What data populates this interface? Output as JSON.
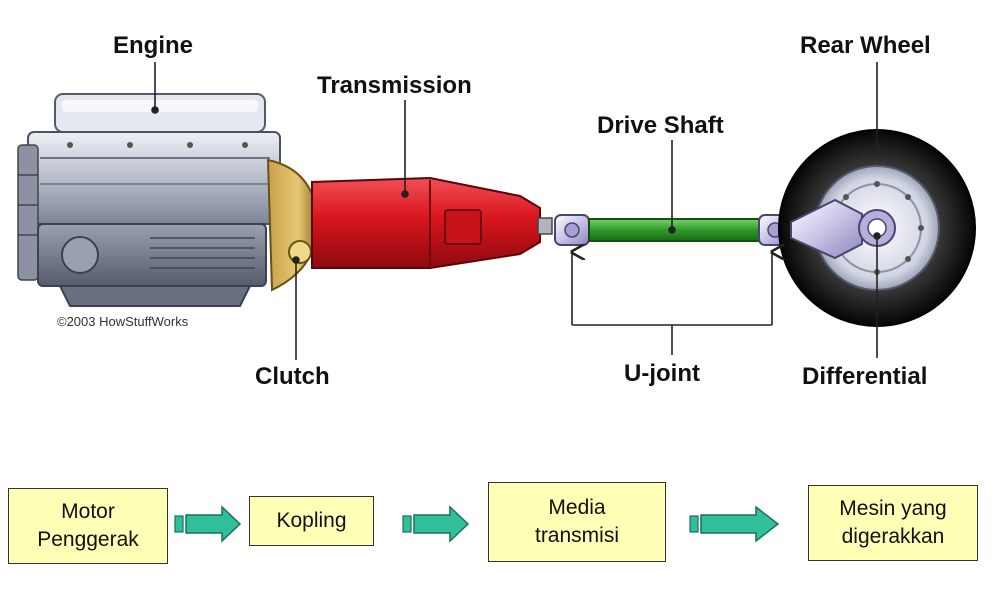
{
  "callouts": {
    "engine": "Engine",
    "transmission": "Transmission",
    "drive_shaft": "Drive Shaft",
    "rear_wheel": "Rear Wheel",
    "clutch": "Clutch",
    "u_joint": "U-joint",
    "differential": "Differential"
  },
  "copyright": "©2003 HowStuffWorks",
  "flow": {
    "boxes": [
      {
        "label": "Motor\nPenggerak"
      },
      {
        "label": "Kopling"
      },
      {
        "label": "Media\ntransmisi"
      },
      {
        "label": "Mesin yang\ndigerakkan"
      }
    ]
  },
  "colors": {
    "transmission": "#e0161d",
    "drive_shaft": "#2e9a2a",
    "flow_box": "#ffffb5",
    "flow_arrow": "#2fbf9a"
  }
}
